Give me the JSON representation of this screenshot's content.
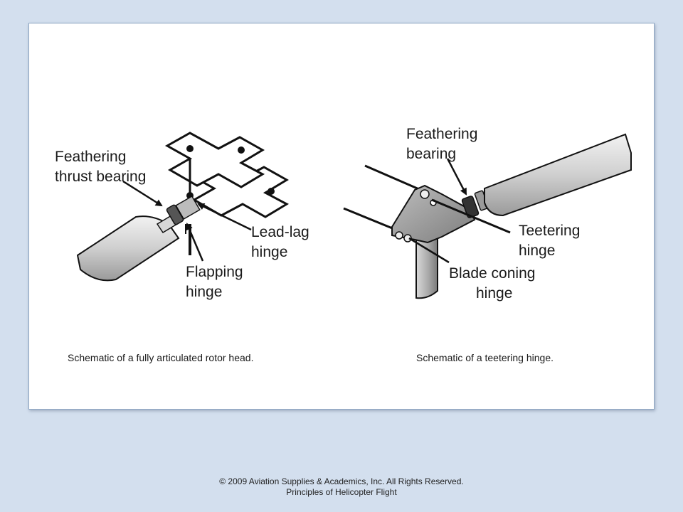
{
  "left_diagram": {
    "labels": {
      "feathering_thrust_bearing": [
        "Feathering",
        "thrust bearing"
      ],
      "lead_lag_hinge": [
        "Lead-lag",
        "hinge"
      ],
      "flapping_hinge": [
        "Flapping",
        "hinge"
      ]
    },
    "caption": "Schematic of a fully articulated rotor head."
  },
  "right_diagram": {
    "labels": {
      "feathering_bearing": [
        "Feathering",
        "bearing"
      ],
      "teetering_hinge": [
        "Teetering",
        "hinge"
      ],
      "blade_coning_hinge": [
        "Blade coning",
        "hinge"
      ]
    },
    "caption": "Schematic of a teetering hinge."
  },
  "footer": {
    "line1": "© 2009 Aviation Supplies & Academics, Inc. All Rights Reserved.",
    "line2": "Principles of Helicopter Flight"
  },
  "colors": {
    "background": "#d3dfee",
    "panel": "#ffffff",
    "ink": "#111111",
    "blade_gray": "#c8c8c8"
  }
}
